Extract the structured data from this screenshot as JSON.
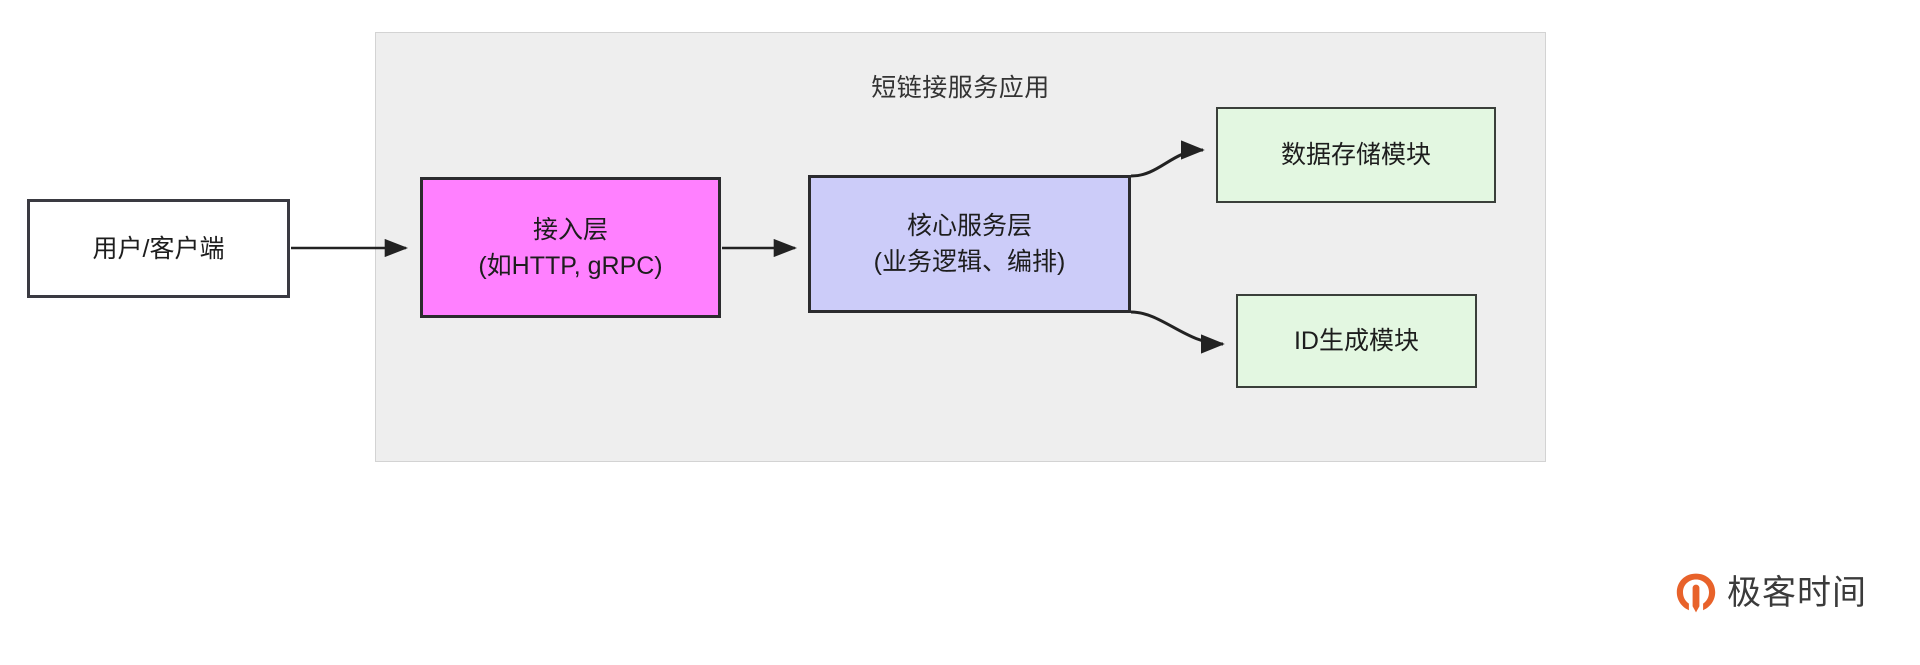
{
  "diagram": {
    "container": {
      "title": "短链接服务应用",
      "fill": "#eeeeee",
      "border": "#d3d3d3"
    },
    "nodes": [
      {
        "id": "user-client",
        "label": "用户/客户端",
        "sublabel": "",
        "fill": "#ffffff",
        "border": "#3a3a41"
      },
      {
        "id": "access-layer",
        "label": "接入层",
        "sublabel": "(如HTTP, gRPC)",
        "fill": "#ff80ff",
        "border": "#2b2b2e"
      },
      {
        "id": "core-service-layer",
        "label": "核心服务层",
        "sublabel": "(业务逻辑、编排)",
        "fill": "#ccccf9",
        "border": "#2b2b2e"
      },
      {
        "id": "data-storage-module",
        "label": "数据存储模块",
        "sublabel": "",
        "fill": "#e3f7e1",
        "border": "#3a3f3a"
      },
      {
        "id": "id-generation-module",
        "label": "ID生成模块",
        "sublabel": "",
        "fill": "#e3f7e1",
        "border": "#3a3f3a"
      }
    ],
    "edges": [
      {
        "id": "user-to-access",
        "from": "user-client",
        "to": "access-layer",
        "style": "straight",
        "label": ""
      },
      {
        "id": "access-to-core",
        "from": "access-layer",
        "to": "core-service-layer",
        "style": "straight",
        "label": ""
      },
      {
        "id": "core-to-storage",
        "from": "core-service-layer",
        "to": "data-storage-module",
        "style": "curved",
        "label": ""
      },
      {
        "id": "core-to-idgen",
        "from": "core-service-layer",
        "to": "id-generation-module",
        "style": "curved",
        "label": ""
      }
    ],
    "edge_color": "#222222"
  },
  "branding": {
    "name": "极客时间",
    "mark": "geekbang-ring-icon",
    "mark_color": "#e8622a",
    "text_color": "#3b3b3b"
  }
}
